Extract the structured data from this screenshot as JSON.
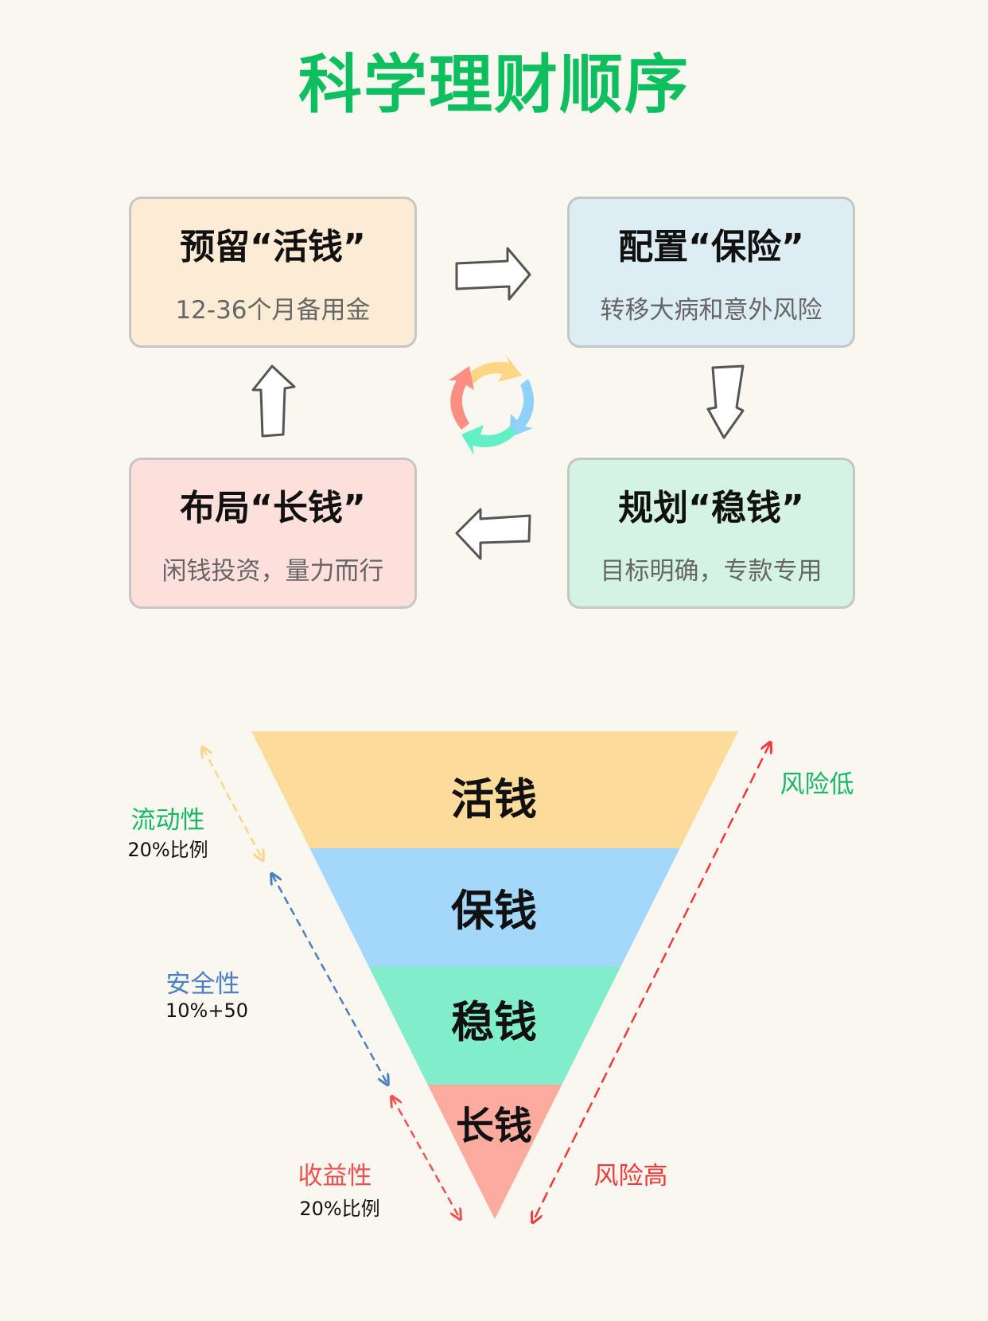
{
  "title": "科学理财顺序",
  "cycle": [
    {
      "title": "预留“活钱”",
      "subtitle": "12-36个月备用金",
      "color": "#fcecd6"
    },
    {
      "title": "配置“保险”",
      "subtitle": "转移大病和意外风险",
      "color": "#ddedf4"
    },
    {
      "title": "规划“稳钱”",
      "subtitle": "目标明确，专款专用",
      "color": "#d4f3e4"
    },
    {
      "title": "布局“长钱”",
      "subtitle": "闲钱投资，量力而行",
      "color": "#fde0db"
    }
  ],
  "funnel": {
    "layers": [
      {
        "label": "活钱",
        "color": "#fddb9b"
      },
      {
        "label": "保钱",
        "color": "#a3d8fb"
      },
      {
        "label": "稳钱",
        "color": "#82edcb"
      },
      {
        "label": "长钱",
        "color": "#fdab9f"
      }
    ],
    "left_labels": [
      {
        "name": "流动性",
        "value": "20%比例",
        "color": "#16b865"
      },
      {
        "name": "安全性",
        "value": "10%+50",
        "color": "#4a7fc1"
      },
      {
        "name": "收益性",
        "value": "20%比例",
        "color": "#f05050"
      }
    ],
    "risk_low": "风险低",
    "risk_high": "风险高",
    "risk_low_color": "#16b865",
    "risk_high_color": "#f03a3a"
  }
}
